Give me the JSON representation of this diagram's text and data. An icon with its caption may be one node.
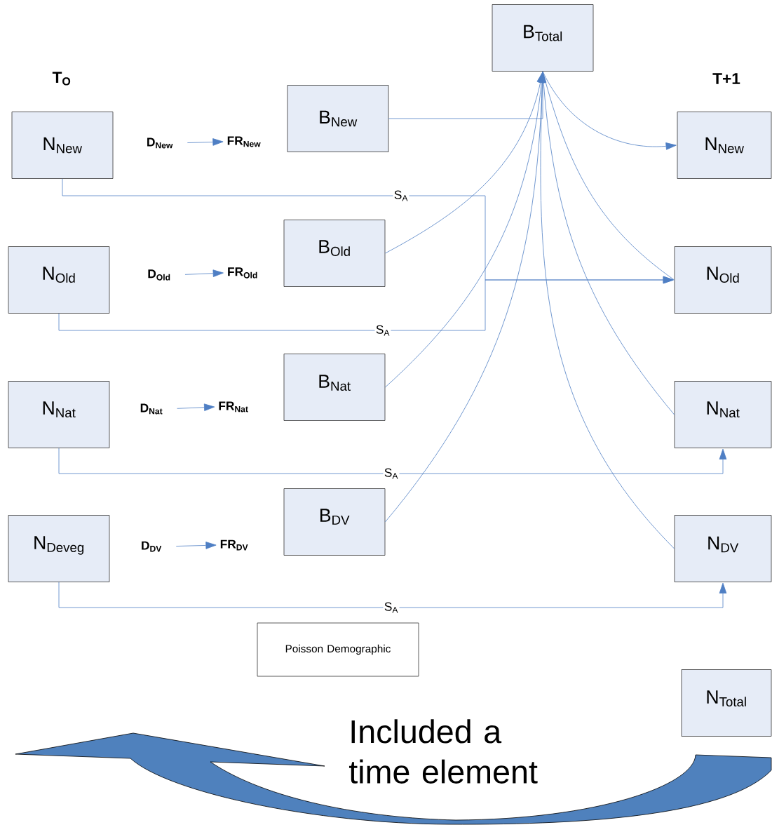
{
  "diagram": {
    "nodes": [
      {
        "text": [
          "B$_{Total}$"
        ]
      },
      {
        "text": [
          "N$_{New}$"
        ]
      },
      {
        "text": [
          "B$_{New}$"
        ]
      },
      {
        "text": [
          "N$_{New}$"
        ]
      },
      {
        "text": [
          "N$_{Old}$"
        ]
      },
      {
        "text": [
          "B$_{Old}$"
        ]
      },
      {
        "text": [
          "N$_{Old}$"
        ]
      },
      {
        "text": [
          "N$_{Nat}$"
        ]
      },
      {
        "text": [
          "B$_{Nat}$"
        ]
      },
      {
        "text": [
          "N$_{Nat}$"
        ]
      },
      {
        "text": [
          "N$_{Deveg}$"
        ]
      },
      {
        "text": [
          "B$_{DV}$"
        ]
      },
      {
        "text": [
          "N$_{DV}$"
        ]
      },
      {
        "text": [
          "Poisson Demographic"
        ]
      },
      {
        "text": [
          "N$_{Total}$"
        ]
      },
      {
        "text": [
          "D$_{New}$"
        ]
      },
      {
        "text": [
          "FR$_{New}$"
        ]
      },
      {
        "text": [
          "D$_{Old}$"
        ]
      },
      {
        "text": [
          "FR$_{Old}$"
        ]
      },
      {
        "text": [
          "D$_{Nat}$"
        ]
      },
      {
        "text": [
          "FR$_{Nat}$"
        ]
      },
      {
        "text": [
          "D$_{DV}$"
        ]
      },
      {
        "text": [
          "FR$_{DV}$"
        ]
      }
    ],
    "edges": [
      {
        "from": 15,
        "to": 16,
        "arrow": "to"
      },
      {
        "from": 17,
        "to": 18,
        "arrow": "to"
      },
      {
        "from": 19,
        "to": 20,
        "arrow": "to"
      },
      {
        "from": 21,
        "to": 22,
        "arrow": "to"
      },
      {
        "from": 2,
        "to": 0,
        "arrow": "to"
      },
      {
        "from": 5,
        "to": 0,
        "arrow": "to"
      },
      {
        "from": 8,
        "to": 0,
        "arrow": "to"
      },
      {
        "from": 11,
        "to": 0,
        "arrow": "to"
      },
      {
        "from": 0,
        "to": 3,
        "arrow": "to"
      },
      {
        "from": 0,
        "to": 6,
        "arrow": "none"
      },
      {
        "from": 0,
        "to": 9,
        "arrow": "none"
      },
      {
        "from": 0,
        "to": 12,
        "arrow": "none"
      },
      {
        "from": 1,
        "to": 6,
        "arrow": "to",
        "label": "S$_{A}$"
      },
      {
        "from": 4,
        "to": 6,
        "arrow": "to",
        "label": "S$_{A}$"
      },
      {
        "from": 7,
        "to": 9,
        "arrow": "to",
        "label": "S$_{A}$"
      },
      {
        "from": 10,
        "to": 12,
        "arrow": "to",
        "label": "S$_{A}$"
      }
    ],
    "labels": [
      "T$_{O}$",
      "T+1",
      "Included a time element"
    ]
  }
}
